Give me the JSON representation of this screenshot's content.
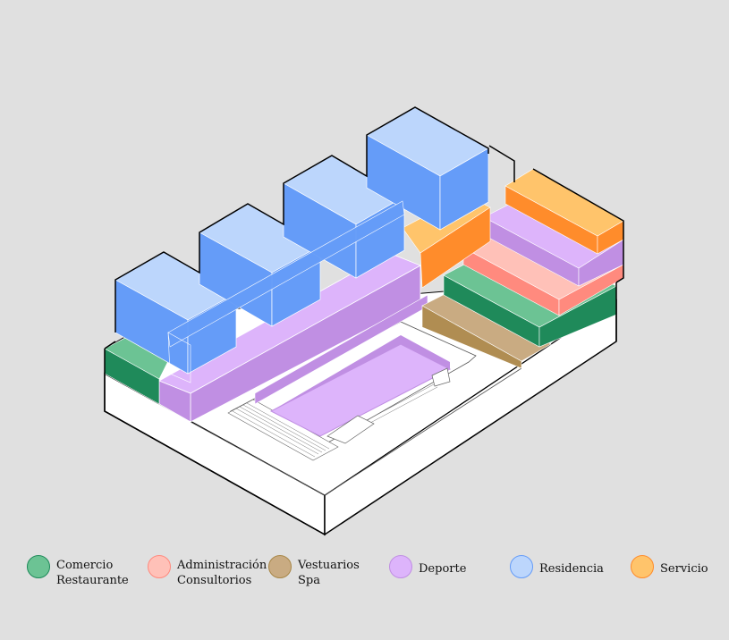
{
  "colors": {
    "background": "#e0e0e0",
    "comercio": {
      "fill": "#6cc394",
      "dark": "#1f8a5a",
      "stroke": "#1f8a5a"
    },
    "administracion": {
      "fill": "#ffc1b8",
      "dark": "#ff8a7e",
      "stroke": "#ff8a7e"
    },
    "vestuarios": {
      "fill": "#c9ab82",
      "dark": "#b08d52",
      "stroke": "#a88748"
    },
    "deporte": {
      "fill": "#ddb4fb",
      "dark": "#c08fe3",
      "stroke": "#c08fe3"
    },
    "residencia": {
      "fill": "#bcd6fc",
      "dark": "#659cf8",
      "stroke": "#659cf8"
    },
    "servicio": {
      "fill": "#ffc46b",
      "dark": "#ff8c2b",
      "stroke": "#ff8c2b"
    }
  },
  "legend": [
    {
      "key": "comercio",
      "lines": [
        "Comercio",
        "Restaurante"
      ]
    },
    {
      "key": "administracion",
      "lines": [
        "Administración",
        "Consultorios"
      ]
    },
    {
      "key": "vestuarios",
      "lines": [
        "Vestuarios",
        "Spa"
      ]
    },
    {
      "key": "deporte",
      "lines": [
        "Deporte"
      ]
    },
    {
      "key": "residencia",
      "lines": [
        "Residencia"
      ]
    },
    {
      "key": "servicio",
      "lines": [
        "Servicio"
      ]
    }
  ]
}
